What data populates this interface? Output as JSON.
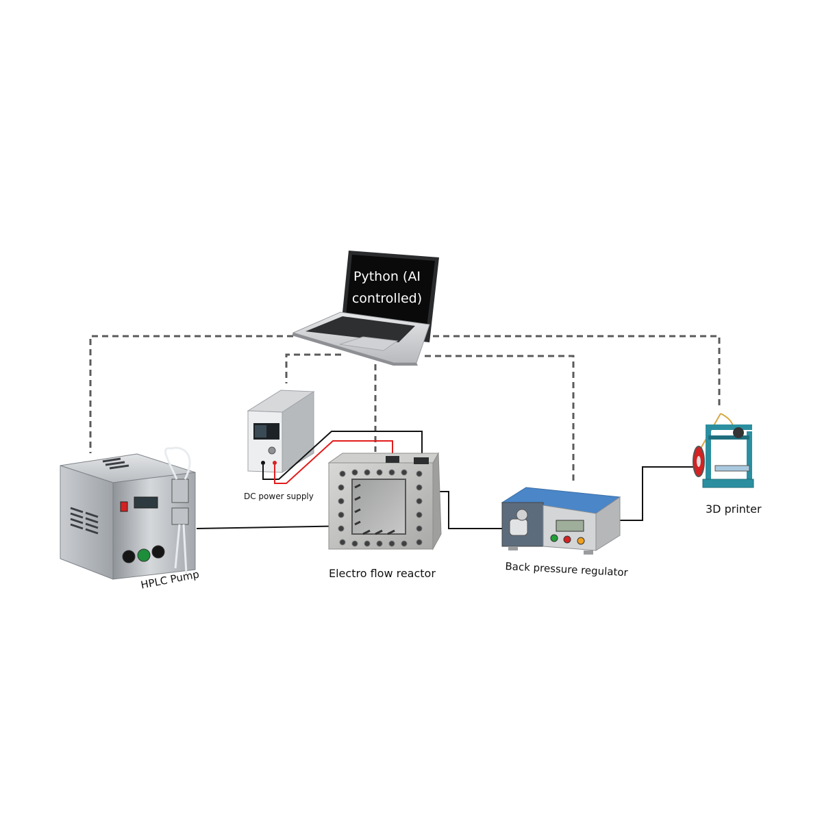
{
  "laptop": {
    "screen_text_line1": "Python (AI",
    "screen_text_line2": "controlled)"
  },
  "labels": {
    "hplc_pump": "HPLC Pump",
    "dc_power_supply": "DC power supply",
    "electro_flow_reactor": "Electro flow reactor",
    "back_pressure_regulator": "Back pressure regulator",
    "printer": "3D printer"
  },
  "colors": {
    "control_line": "#5a5a5a",
    "flow_line": "#111111",
    "positive_wire": "#e21b1b",
    "negative_wire": "#111111",
    "laptop_screen": "#0a0a0a",
    "bpr_lid": "#4a86c8",
    "printer_frame": "#2b8fa0"
  }
}
